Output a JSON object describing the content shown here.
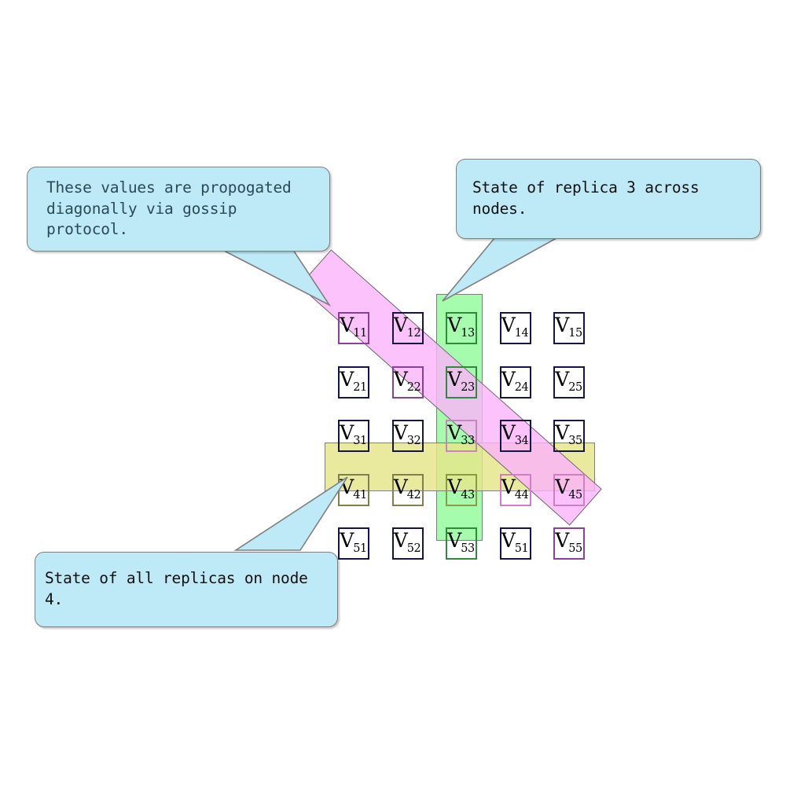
{
  "diagram": {
    "title": "Replica state grid with gossip propagation",
    "colors": {
      "callout_fill": "#bee9f7",
      "callout_border": "#7f7f7f",
      "column_band": "#90fb98",
      "row_band": "#e5e58a",
      "diagonal_band": "#fbb3fb",
      "cell_border": "#141447"
    }
  },
  "callouts": [
    {
      "id": "gossip",
      "text": "These values are propogated\ndiagonally via gossip protocol.",
      "points_to": "diagonal-band"
    },
    {
      "id": "replica",
      "text": "State of replica 3 across nodes.",
      "points_to": "column-band"
    },
    {
      "id": "node",
      "text": "State of all replicas on node 4.",
      "points_to": "row-band"
    }
  ],
  "bands": [
    {
      "id": "column",
      "label": "replica-3-column",
      "covers": "column 3"
    },
    {
      "id": "row",
      "label": "node-4-row",
      "covers": "row 4"
    },
    {
      "id": "diagonal",
      "label": "gossip-diagonal",
      "covers": "main diagonal"
    }
  ],
  "grid": {
    "rows": 5,
    "cols": 5,
    "cells": [
      [
        {
          "v": "V",
          "sub": "11",
          "accent": "purple"
        },
        {
          "v": "V",
          "sub": "12",
          "accent": "none"
        },
        {
          "v": "V",
          "sub": "13",
          "accent": "green"
        },
        {
          "v": "V",
          "sub": "14",
          "accent": "none"
        },
        {
          "v": "V",
          "sub": "15",
          "accent": "none"
        }
      ],
      [
        {
          "v": "V",
          "sub": "21",
          "accent": "none"
        },
        {
          "v": "V",
          "sub": "22",
          "accent": "purple"
        },
        {
          "v": "V",
          "sub": "23",
          "accent": "green"
        },
        {
          "v": "V",
          "sub": "24",
          "accent": "none"
        },
        {
          "v": "V",
          "sub": "25",
          "accent": "none"
        }
      ],
      [
        {
          "v": "V",
          "sub": "31",
          "accent": "none"
        },
        {
          "v": "V",
          "sub": "32",
          "accent": "none"
        },
        {
          "v": "V",
          "sub": "33",
          "accent": "pinkish"
        },
        {
          "v": "V",
          "sub": "34",
          "accent": "none"
        },
        {
          "v": "V",
          "sub": "35",
          "accent": "none"
        }
      ],
      [
        {
          "v": "V",
          "sub": "41",
          "accent": "olive"
        },
        {
          "v": "V",
          "sub": "42",
          "accent": "olive"
        },
        {
          "v": "V",
          "sub": "43",
          "accent": "greenolive"
        },
        {
          "v": "V",
          "sub": "44",
          "accent": "pinkish"
        },
        {
          "v": "V",
          "sub": "45",
          "accent": "pinkish"
        }
      ],
      [
        {
          "v": "V",
          "sub": "51",
          "accent": "none"
        },
        {
          "v": "V",
          "sub": "52",
          "accent": "none"
        },
        {
          "v": "V",
          "sub": "53",
          "accent": "green"
        },
        {
          "v": "V",
          "sub": "51",
          "accent": "none"
        },
        {
          "v": "V",
          "sub": "55",
          "accent": "purple"
        }
      ]
    ]
  }
}
